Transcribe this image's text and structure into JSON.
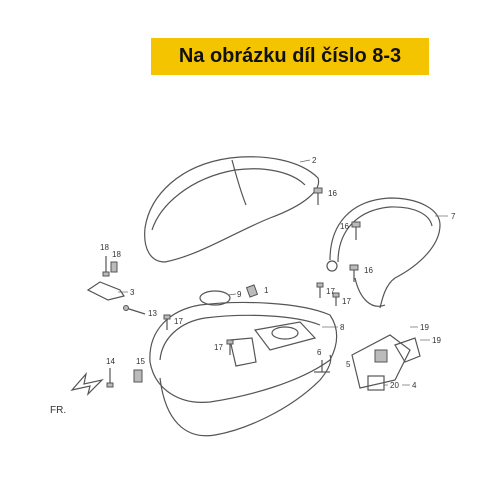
{
  "colors": {
    "banner_bg": "#F5C400",
    "banner_text": "#111111",
    "line": "#555555"
  },
  "banner": {
    "text": "Na obrázku díl číslo 8-3"
  },
  "diagram": {
    "direction_label": "FR.",
    "callouts": {
      "c2": "2",
      "c16a": "16",
      "c7": "7",
      "c16b": "16",
      "c18a": "18",
      "c18b": "18",
      "c3": "3",
      "c9": "9",
      "c1": "1",
      "c16c": "16",
      "c17a": "17",
      "c17b": "17",
      "c13": "13",
      "c17c": "17",
      "c8": "8",
      "c19a": "19",
      "c19b": "19",
      "c17d": "17",
      "c14": "14",
      "c15": "15",
      "c6": "6",
      "c5": "5",
      "c20": "20",
      "c4": "4"
    }
  }
}
